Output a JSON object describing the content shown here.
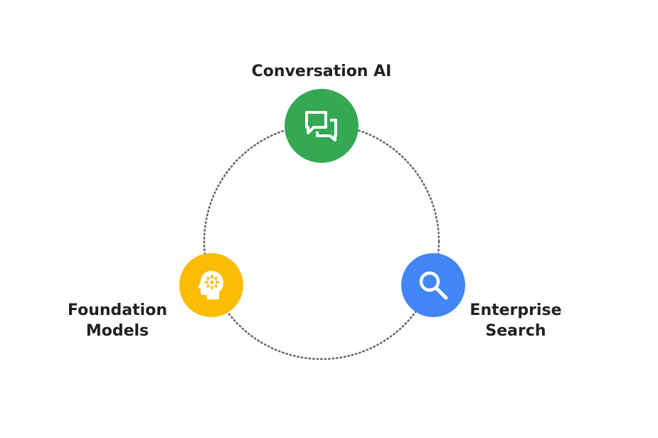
{
  "nodes": {
    "conversation": {
      "label": "Conversation AI",
      "icon": "chat-bubbles-icon",
      "color": "#34a853"
    },
    "foundation": {
      "label_line1": "Foundation",
      "label_line2": "Models",
      "icon": "head-gear-icon",
      "color": "#fbbc04"
    },
    "search": {
      "label_line1": "Enterprise",
      "label_line2": "Search",
      "icon": "magnifier-icon",
      "color": "#4285f4"
    }
  },
  "ring_color": "#5f6368"
}
